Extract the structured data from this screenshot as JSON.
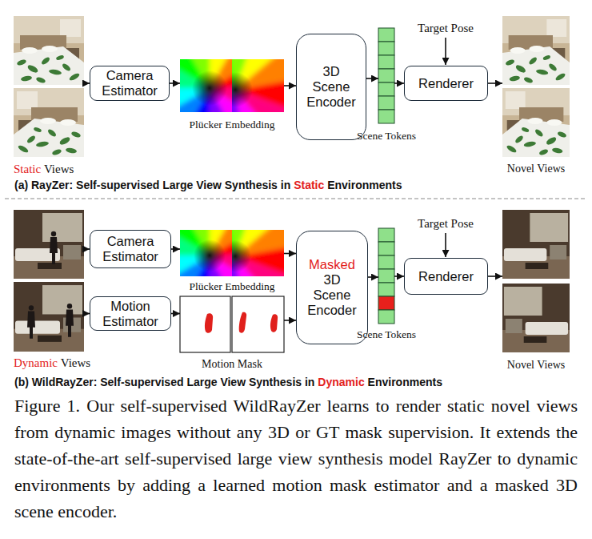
{
  "diagram": {
    "caption": "Figure 1. Our self-supervised WildRayZer learns to render static novel views from dynamic images without any 3D or GT mask supervision. It extends the state-of-the-art self-supervised large view synthesis model RayZer to dynamic environments by adding a learned motion mask estimator and a masked 3D scene encoder.",
    "nodes": [
      {
        "text": [
          "Static",
          "Views"
        ]
      },
      {
        "text": [
          "Camera Estimator"
        ]
      },
      {
        "text": [
          "Plücker Embedding"
        ]
      },
      {
        "text": [
          "3D Scene Encoder"
        ]
      },
      {
        "text": [
          "Scene Tokens"
        ]
      },
      {
        "text": [
          "Renderer"
        ]
      },
      {
        "text": [
          "Novel Views"
        ]
      },
      {
        "text": [
          "Dynamic",
          "Views"
        ]
      },
      {
        "text": [
          "Camera Estimator"
        ]
      },
      {
        "text": [
          "Motion Estimator"
        ]
      },
      {
        "text": [
          "Plücker Embedding"
        ]
      },
      {
        "text": [
          "Motion Mask"
        ]
      },
      {
        "text": [
          "Masked",
          "3D Scene Encoder"
        ]
      },
      {
        "text": [
          "Scene Tokens"
        ]
      },
      {
        "text": [
          "Renderer"
        ]
      },
      {
        "text": [
          "Novel Views"
        ]
      }
    ],
    "edges": [
      {
        "from": 0,
        "to": 1,
        "arrow": "to"
      },
      {
        "from": 1,
        "to": 2,
        "arrow": "to"
      },
      {
        "from": 2,
        "to": 3,
        "arrow": "to"
      },
      {
        "from": 3,
        "to": 4,
        "arrow": "to"
      },
      {
        "from": 4,
        "to": 5,
        "arrow": "to"
      },
      {
        "from": 5,
        "to": 6,
        "arrow": "to"
      },
      {
        "from": 7,
        "to": 8,
        "arrow": "to"
      },
      {
        "from": 7,
        "to": 9,
        "arrow": "to"
      },
      {
        "from": 8,
        "to": 10,
        "arrow": "to"
      },
      {
        "from": 9,
        "to": 11,
        "arrow": "to"
      },
      {
        "from": 10,
        "to": 12,
        "arrow": "to"
      },
      {
        "from": 11,
        "to": 12,
        "arrow": "to"
      },
      {
        "from": 12,
        "to": 13,
        "arrow": "to"
      },
      {
        "from": 13,
        "to": 14,
        "arrow": "to"
      },
      {
        "from": 14,
        "to": 15,
        "arrow": "to"
      }
    ],
    "labels": [
      "Target Pose",
      "(a) RayZer:",
      "Self-supervised Large View Synthesis in",
      "Static",
      "Environments",
      "Target Pose",
      "(b) WildRayZer:",
      "Self-supervised Large View Synthesis in",
      "Dynamic",
      "Environments"
    ]
  }
}
